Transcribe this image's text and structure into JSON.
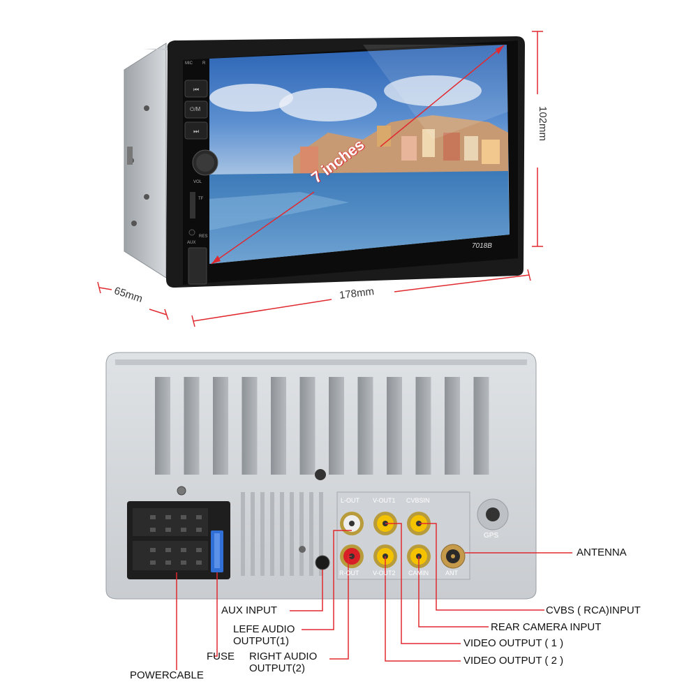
{
  "front_view": {
    "screen_diagonal": "7 inches",
    "model_label": "7018B",
    "button_labels": {
      "mic": "MIC",
      "reset": "R",
      "tf": "TF",
      "vol": "VOL",
      "aux": "AUX",
      "res": "RES",
      "mode": "⏻/M"
    },
    "dimensions": {
      "height": "102mm",
      "width": "178mm",
      "depth": "65mm"
    }
  },
  "rear_view": {
    "port_labels": {
      "l_out": "L-OUT",
      "v_out1": "V-OUT1",
      "cvbs_in": "CVBSIN",
      "r_out": "R-OUT",
      "v_out2": "V-OUT2",
      "cam_in": "CAMIN",
      "ant": "ANT",
      "gps": "GPS"
    },
    "callouts": {
      "antenna": "ANTENNA",
      "cvbs_input": "CVBS ( RCA)INPUT",
      "rear_camera_input": "REAR CAMERA INPUT",
      "video_output_1": "VIDEO OUTPUT ( 1 )",
      "video_output_2": "VIDEO OUTPUT ( 2 )",
      "aux_input": "AUX INPUT",
      "left_audio_output_line1": "LEFE AUDIO",
      "left_audio_output_line2": "OUTPUT(1)",
      "right_audio_output_line1": "RIGHT AUDIO",
      "right_audio_output_line2": "OUTPUT(2)",
      "fuse": "FUSE",
      "power_cable": "POWERCABLE"
    }
  },
  "colors": {
    "dimension_line": "#e0292f",
    "chassis": "#d3d6da",
    "bezel": "#1a1a1a",
    "rca_yellow": "#f5c200",
    "rca_red": "#d81e26",
    "rca_white": "#eeeeee",
    "fuse_blue": "#2f6fd6"
  }
}
